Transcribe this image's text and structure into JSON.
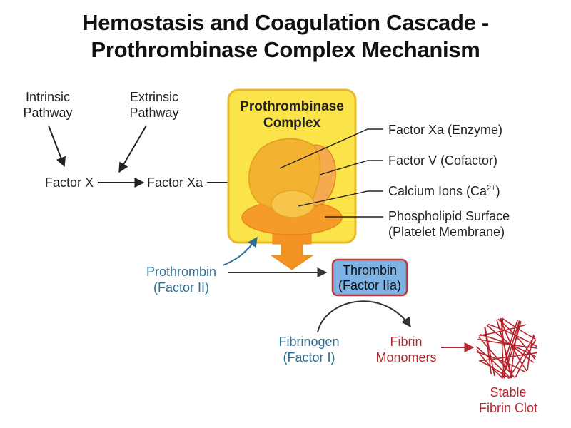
{
  "title": {
    "line1": "Hemostasis and Coagulation Cascade -",
    "line2": "Prothrombinase Complex Mechanism"
  },
  "pathways": {
    "intrinsic": [
      "Intrinsic",
      "Pathway"
    ],
    "extrinsic": [
      "Extrinsic",
      "Pathway"
    ]
  },
  "factors": {
    "factor_x": "Factor X",
    "factor_xa": "Factor Xa"
  },
  "complex": {
    "title": [
      "Prothrombinase",
      "Complex"
    ],
    "labels": {
      "xa": "Factor Xa (Enzyme)",
      "v": "Factor V (Cofactor)",
      "calcium_base": "Calcium Ions (Ca",
      "calcium_sup": "2+",
      "calcium_close": ")",
      "phospholipid": [
        "Phospholipid Surface",
        "(Platelet Membrane)"
      ]
    }
  },
  "prothrombin": [
    "Prothrombin",
    "(Factor II)"
  ],
  "thrombin": [
    "Thrombin",
    "(Factor IIa)"
  ],
  "fibrinogen": [
    "Fibrinogen",
    "(Factor I)"
  ],
  "fibrin_monomers": [
    "Fibrin",
    "Monomers"
  ],
  "clot": [
    "Stable",
    "Fibrin Clot"
  ],
  "colors": {
    "complex_bg": "#fbe34a",
    "complex_border": "#e9b92a",
    "orange": "#f5a623",
    "orange_dark": "#e5871a",
    "blue_text": "#2d6f95",
    "thrombin_fill": "#7fb3e6",
    "thrombin_border": "#c4343a",
    "red_text": "#b5262e",
    "clot_red": "#b8232b"
  },
  "icons": {
    "clot": "fibrin-mesh-icon"
  }
}
